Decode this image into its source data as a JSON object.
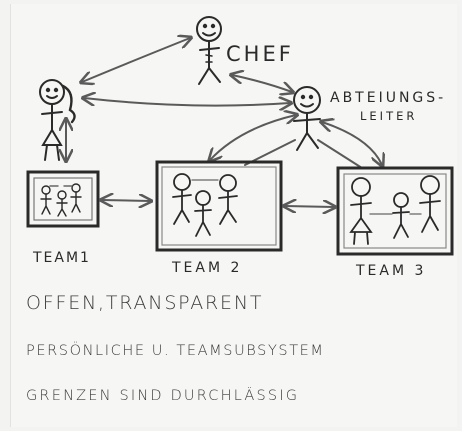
{
  "labels": {
    "chef": "CHEF",
    "leaders_line1": "ABTEIUNGS-",
    "leaders_line2": "LEITER",
    "team1": "TEAM1",
    "team2": "TEAM 2",
    "team3": "TEAM 3"
  },
  "notes": {
    "line1": "OFFEN,TRANSPARENT",
    "line2": "PERSÖNLICHE U. TEAMSUBSYSTEM",
    "line3": "GRENZEN SIND DURCHLÄSSIG"
  }
}
